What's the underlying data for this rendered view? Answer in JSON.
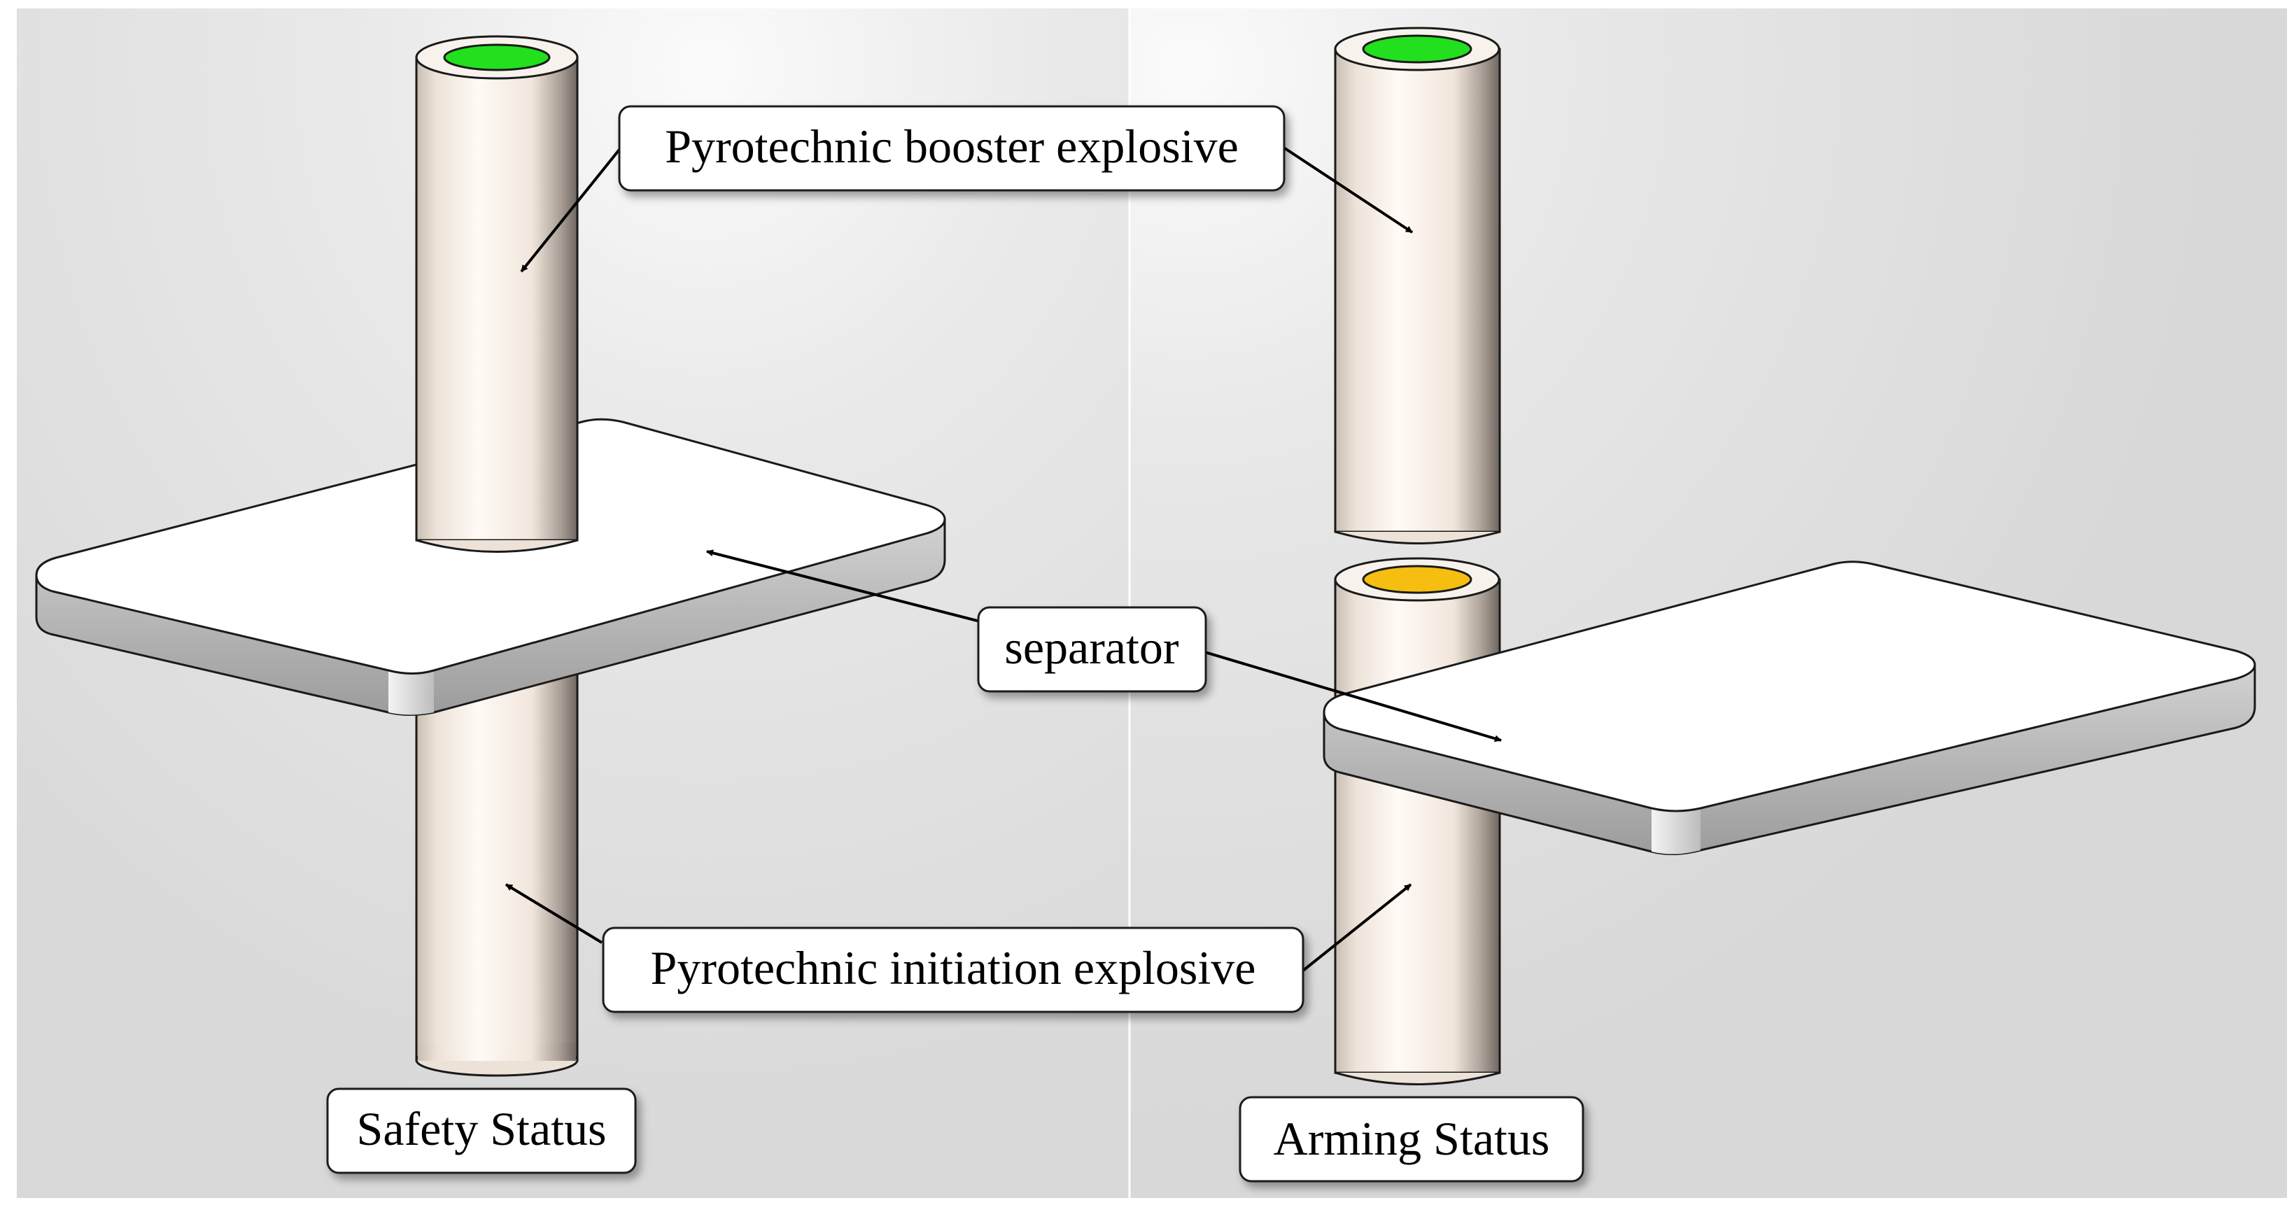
{
  "labels": {
    "booster": "Pyrotechnic booster explosive",
    "separator": "separator",
    "initiation": "Pyrotechnic initiation explosive",
    "safety": "Safety Status",
    "arming": "Arming Status"
  },
  "colors": {
    "booster_explosive": "#22e01e",
    "initiation_explosive": "#f5be10",
    "cylinder_body": "#f1e7dd",
    "plate_top": "#ffffff",
    "plate_edge": "#b4b4b4",
    "background": "#e2e2e2"
  }
}
